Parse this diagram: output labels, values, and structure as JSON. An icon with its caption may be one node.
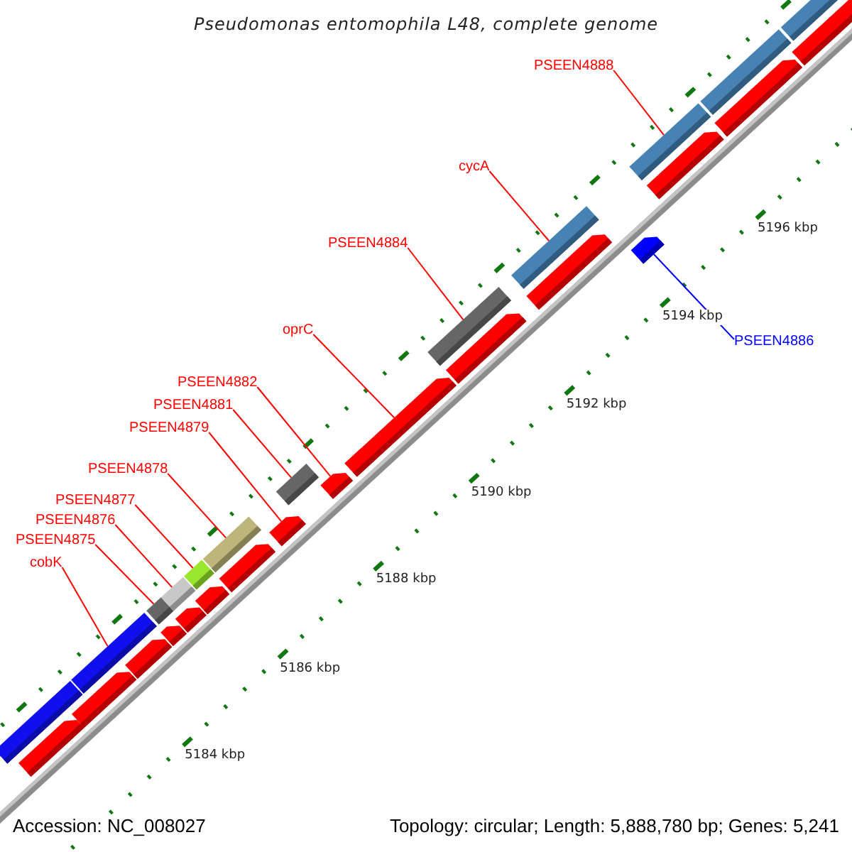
{
  "diagram": {
    "title": "Pseudomonas entomophila L48, complete genome",
    "nodes": [
      {
        "text": [
          "PSEEN4888"
        ]
      },
      {
        "text": [
          "cycA"
        ]
      },
      {
        "text": [
          "PSEEN4884"
        ]
      },
      {
        "text": [
          "PSEEN4886"
        ]
      },
      {
        "text": [
          "oprC"
        ]
      },
      {
        "text": [
          "PSEEN4882"
        ]
      },
      {
        "text": [
          "PSEEN4881"
        ]
      },
      {
        "text": [
          "PSEEN4879"
        ]
      },
      {
        "text": [
          "PSEEN4878"
        ]
      },
      {
        "text": [
          "PSEEN4877"
        ]
      },
      {
        "text": [
          "PSEEN4876"
        ]
      },
      {
        "text": [
          "PSEEN4875"
        ]
      },
      {
        "text": [
          "cobK"
        ]
      },
      {
        "text": [],
        "shape": "bar"
      },
      {
        "text": [],
        "shape": "pentagon"
      },
      {
        "text": [],
        "shape": "pentagon"
      },
      {
        "text": [],
        "shape": "bar"
      },
      {
        "text": [],
        "shape": "pentagon"
      },
      {
        "text": [],
        "shape": "pentagon"
      },
      {
        "text": [],
        "shape": "bar"
      },
      {
        "text": [],
        "shape": "pentagon"
      },
      {
        "text": [],
        "shape": "bar"
      },
      {
        "text": [],
        "shape": "pentagon"
      },
      {
        "text": [],
        "shape": "bar"
      },
      {
        "text": [],
        "shape": "bar"
      },
      {
        "text": [],
        "shape": "pentagon"
      },
      {
        "text": [],
        "shape": "pentagon"
      },
      {
        "text": [],
        "shape": "bar"
      },
      {
        "text": [],
        "shape": "pentagon"
      },
      {
        "text": [],
        "shape": "pentagon"
      },
      {
        "text": [],
        "shape": "bar"
      },
      {
        "text": [],
        "shape": "pentagon"
      },
      {
        "text": [],
        "shape": "pentagon"
      },
      {
        "text": [],
        "shape": "bar"
      },
      {
        "text": [],
        "shape": "pentagon"
      },
      {
        "text": [],
        "shape": "pentagon"
      },
      {
        "text": [],
        "shape": "bar"
      },
      {
        "text": [],
        "shape": "pentagon"
      },
      {
        "text": [],
        "shape": "bar"
      },
      {
        "text": [],
        "shape": "pentagon"
      },
      {
        "text": [],
        "shape": "bar"
      }
    ],
    "edges": [
      {
        "from": 0,
        "to": 36,
        "arrow": "none"
      },
      {
        "from": 1,
        "to": 33,
        "arrow": "none"
      },
      {
        "from": 2,
        "to": 30,
        "arrow": "none"
      },
      {
        "from": 3,
        "to": 34,
        "arrow": "none",
        "color": "#0000ff"
      },
      {
        "from": 4,
        "to": 29,
        "arrow": "none"
      },
      {
        "from": 5,
        "to": 28,
        "arrow": "none"
      },
      {
        "from": 6,
        "to": 27,
        "arrow": "none"
      },
      {
        "from": 7,
        "to": 26,
        "arrow": "none"
      },
      {
        "from": 8,
        "to": 24,
        "arrow": "none"
      },
      {
        "from": 9,
        "to": 23,
        "arrow": "none"
      },
      {
        "from": 10,
        "to": 21,
        "arrow": "none"
      },
      {
        "from": 11,
        "to": 19,
        "arrow": "none"
      },
      {
        "from": 12,
        "to": 16,
        "arrow": "none"
      }
    ],
    "labels": [
      "5184 kbp",
      "5186 kbp",
      "5188 kbp",
      "5190 kbp",
      "5192 kbp",
      "5194 kbp",
      "5196 kbp",
      "Accession: NC_008027",
      "Topology: circular; Length: 5,888,780 bp; Genes: 5,241"
    ]
  }
}
